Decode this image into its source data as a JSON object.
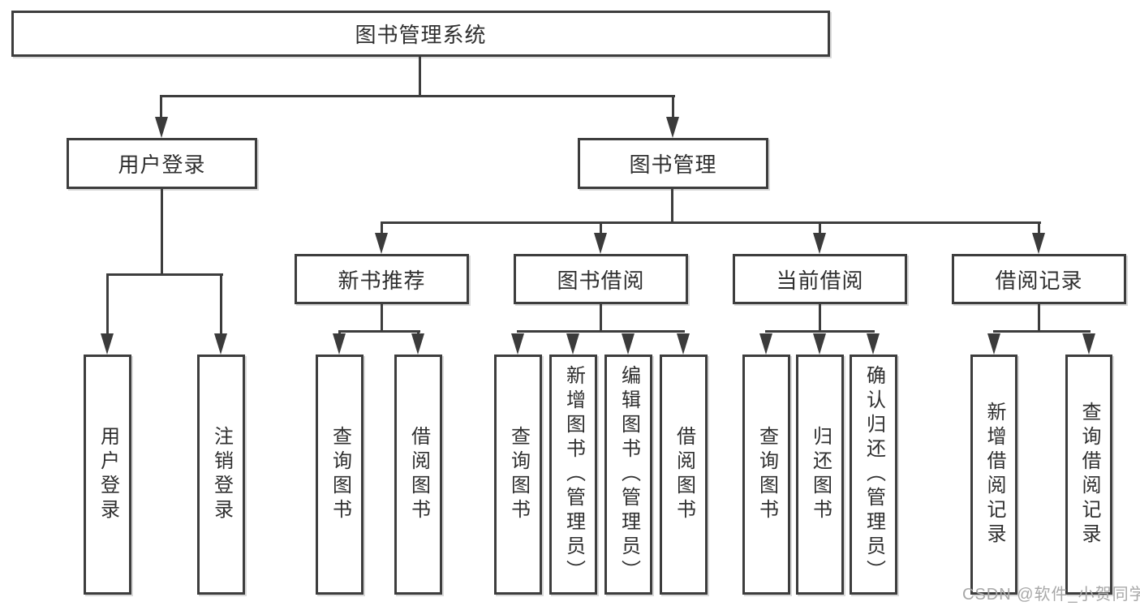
{
  "diagram": {
    "title": "图书管理系统",
    "root": {
      "label": "图书管理系统"
    },
    "level2": [
      {
        "label": "用户登录"
      },
      {
        "label": "图书管理"
      }
    ],
    "level3": [
      {
        "label": "新书推荐",
        "parent": "图书管理"
      },
      {
        "label": "图书借阅",
        "parent": "图书管理"
      },
      {
        "label": "当前借阅",
        "parent": "图书管理"
      },
      {
        "label": "借阅记录",
        "parent": "图书管理"
      }
    ],
    "leaves": [
      {
        "label": "用户登录",
        "parent": "用户登录"
      },
      {
        "label": "注销登录",
        "parent": "用户登录"
      },
      {
        "label": "查询图书",
        "parent": "新书推荐"
      },
      {
        "label": "借阅图书",
        "parent": "新书推荐"
      },
      {
        "label": "查询图书",
        "parent": "图书借阅"
      },
      {
        "label": "新增图书（管理员）",
        "parent": "图书借阅"
      },
      {
        "label": "编辑图书（管理员）",
        "parent": "图书借阅"
      },
      {
        "label": "借阅图书",
        "parent": "图书借阅"
      },
      {
        "label": "查询图书",
        "parent": "当前借阅"
      },
      {
        "label": "归还图书",
        "parent": "当前借阅"
      },
      {
        "label": "确认归还（管理员）",
        "parent": "当前借阅"
      },
      {
        "label": "新增借阅记录",
        "parent": "借阅记录"
      },
      {
        "label": "查询借阅记录",
        "parent": "借阅记录"
      }
    ]
  },
  "watermark": {
    "text": "CSDN @软件_小贺同学",
    "color": "#a8a8a8"
  },
  "colors": {
    "line": "#3d3d3d",
    "text": "#2f2f2f",
    "background": "#ffffff"
  }
}
